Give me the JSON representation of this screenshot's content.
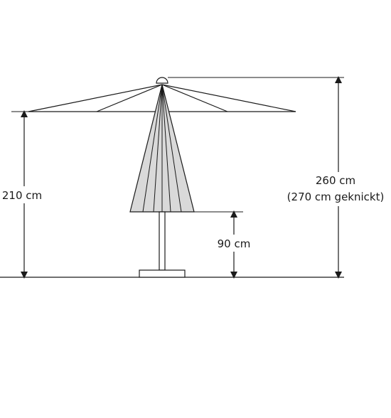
{
  "dimensions": {
    "open_height": "210 cm",
    "closed_clearance": "90 cm",
    "total_height": "260 cm",
    "total_height_tilted": "(270 cm geknickt)"
  },
  "colors": {
    "line": "#1a1a1a",
    "canopy_closed": "#d9d9d9",
    "background": "#ffffff"
  }
}
